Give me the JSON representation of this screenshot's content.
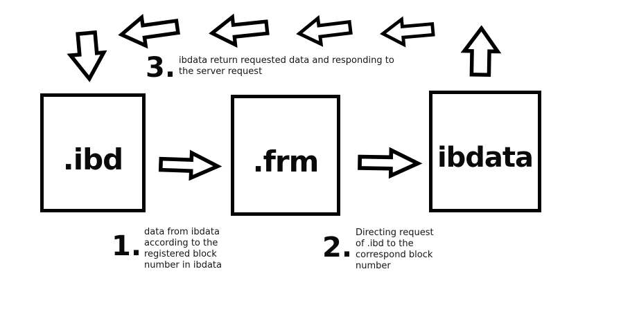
{
  "canvas": {
    "background_color": "#ffffff",
    "line_color": "#000000",
    "text_color": "#151515"
  },
  "boxes": {
    "ibd": {
      "label": ".ibd"
    },
    "frm": {
      "label": ".frm"
    },
    "ibdata": {
      "label": "ibdata"
    }
  },
  "notes": {
    "step1": {
      "number": "1.",
      "lines": [
        "data from ibdata",
        "according to the",
        "registered block",
        "number in ibdata"
      ]
    },
    "step2": {
      "number": "2.",
      "lines": [
        "Directing request",
        "of .ibd to the",
        "correspond block",
        "number"
      ]
    },
    "step3": {
      "number": "3.",
      "lines": [
        "ibdata return requested data and responding to",
        "the server request"
      ]
    }
  },
  "arrows": {
    "top_row_direction": "left",
    "top_row_count": 4,
    "down_arrow_target": "ibd",
    "up_arrow_source": "ibdata",
    "between_boxes_direction": "right"
  }
}
